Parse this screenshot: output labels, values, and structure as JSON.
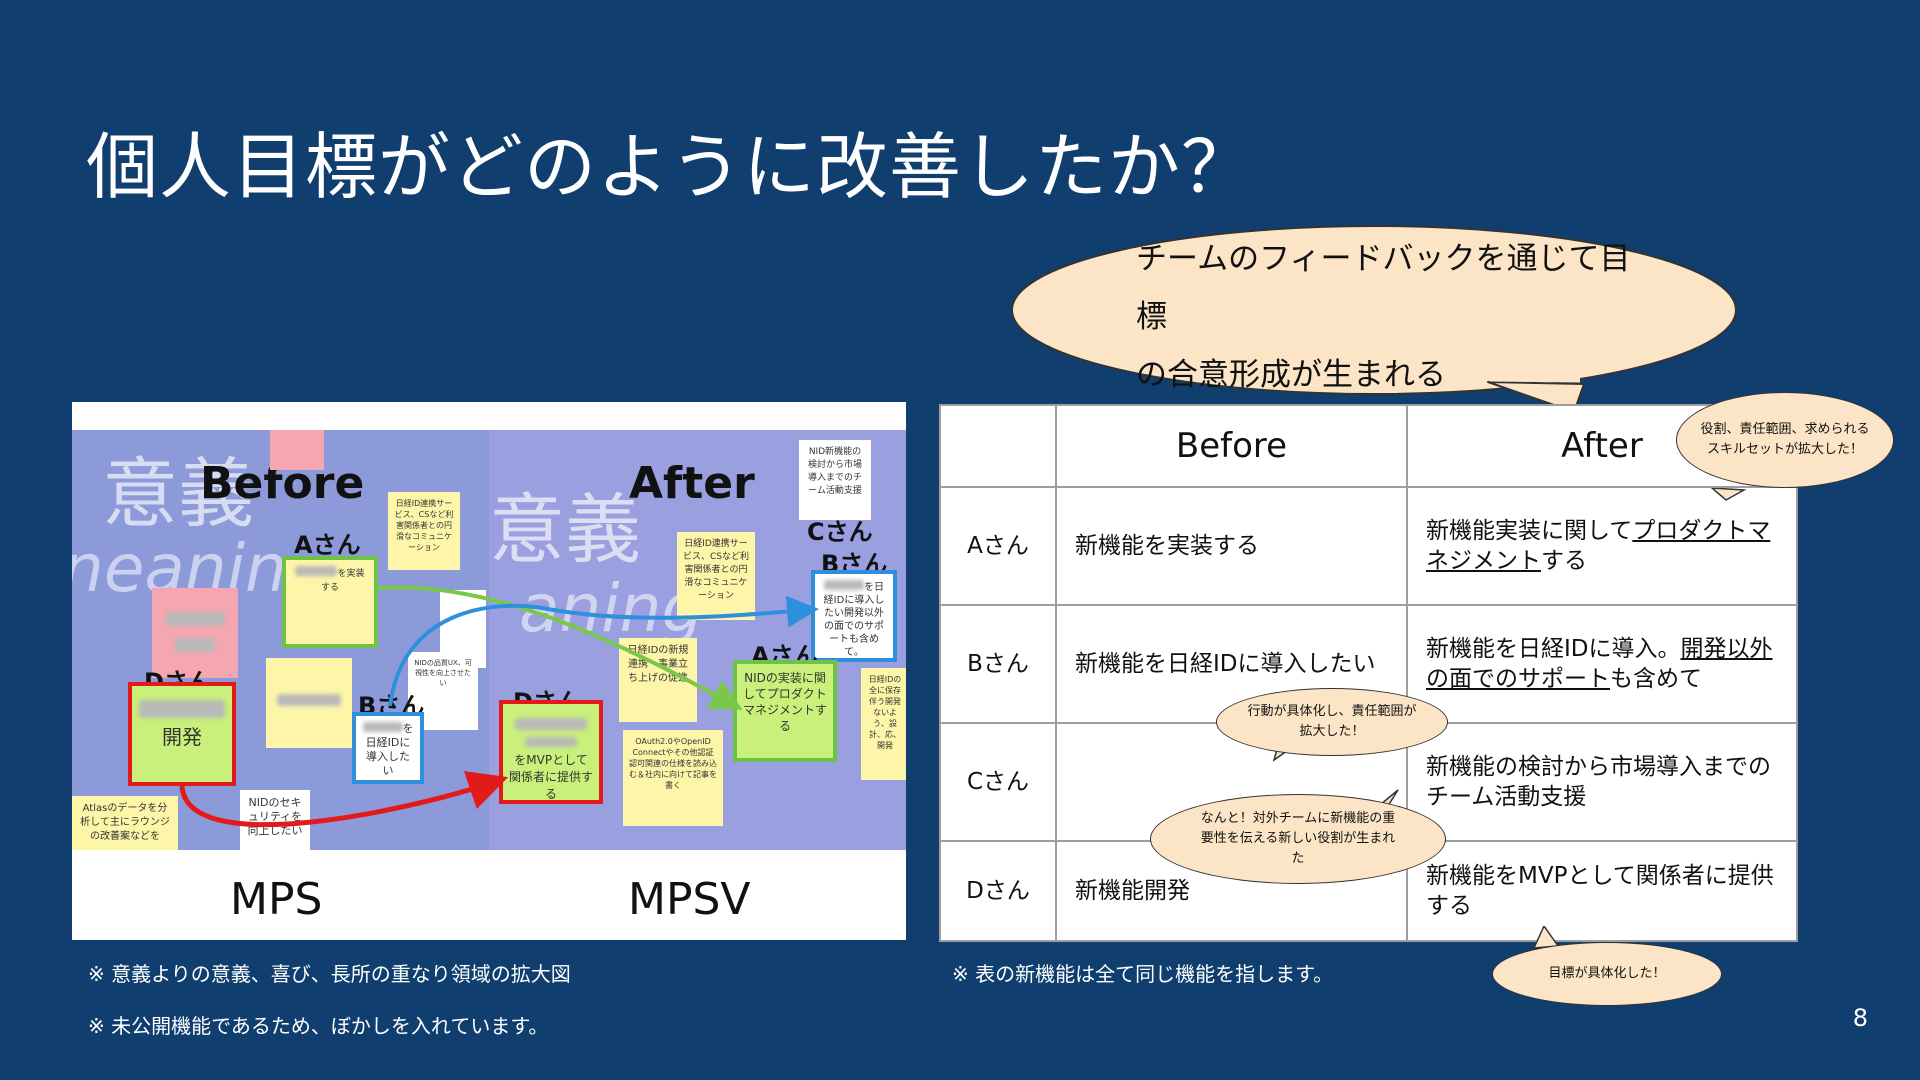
{
  "slide": {
    "title": "個人目標がどのように改善したか？",
    "page_number": "8"
  },
  "main_bubble": {
    "line1": "チームのフィードバックを通じて目標",
    "line2": "の合意形成が生まれる"
  },
  "image_panel": {
    "left_board": {
      "heading": "Before",
      "bg_word": "意義",
      "bg_word2": "neanin",
      "persons": {
        "a": "Aさん",
        "b": "Bさん",
        "d": "Dさん"
      },
      "notes": {
        "a_note": "を実装する",
        "b_note": "を日経IDに導入したい",
        "d_note": "開発",
        "top_note": "日経ID連携サービス、CSなど利害関係者との円滑なコミュニケーション",
        "bottom_note": "Atlasのデータを分析して主にラウンジの改善案などを",
        "nid_note": "NIDのセキュリティを向上したい"
      },
      "label": "MPS"
    },
    "right_board": {
      "heading": "After",
      "bg_word": "意義",
      "bg_word2": "aning",
      "persons": {
        "a": "Aさん",
        "b": "Bさん",
        "c": "Cさん",
        "d": "Dさん"
      },
      "notes": {
        "c_note": "NID新機能の検討から市場導入までのチーム活動支援",
        "b_note": "を日経IDに導入したい開発以外の面でのサポートも含めて。",
        "a_note": "NIDの実装に関してプロダクトマネジメントする",
        "d_note": "をMVPとして関係者に提供する",
        "mid_note": "日経ID連携サービス、CSなど利害関係者との円滑なコミュニケーション",
        "new_note": "日経IDの新規連携・事業立ち上げの促進",
        "oauth_note": "OAuth2.0やOpenID Connectやその他認証認可関連の仕様を読み込む＆社内に向けて記事を書く",
        "edge_note": "日経IDの全に保存伴う開発ないよう、設計、応、開発"
      },
      "label": "MPSV"
    }
  },
  "table": {
    "headers": [
      "",
      "Before",
      "After"
    ],
    "rows": [
      {
        "name": "Aさん",
        "before": "新機能を実装する",
        "after_pre": "新機能実装に関して",
        "after_ul": "プロダクトマネジメント",
        "after_post": "する"
      },
      {
        "name": "Bさん",
        "before": "新機能を日経IDに導入したい",
        "after_pre": "新機能を日経IDに導入。",
        "after_ul": "開発以外の面でのサポート",
        "after_post": "も含めて"
      },
      {
        "name": "Cさん",
        "before": "",
        "after_pre": "新機能の検討から市場導入までのチーム活動支援",
        "after_ul": "",
        "after_post": ""
      },
      {
        "name": "Dさん",
        "before": "新機能開発",
        "after_pre": "新機能をMVPとして関係者に提供する",
        "after_ul": "",
        "after_post": ""
      }
    ]
  },
  "callouts": {
    "skillset": "役割、責任範囲、求められるスキルセットが拡大した！",
    "concrete_b": "行動が具体化し、責任範囲が拡大した！",
    "new_role": "なんと！対外チームに新機能の重要性を伝える新しい役割が生まれた",
    "goal_concrete": "目標が具体化した！"
  },
  "notes": {
    "left1": "※ 意義よりの意義、喜び、長所の重なり領域の拡大図",
    "left2": "※ 未公開機能であるため、ぼかしを入れています。",
    "right1": "※ 表の新機能は全て同じ機能を指します。"
  },
  "colors": {
    "background": "#0f3e6f",
    "bubble_fill": "#fbe5c6",
    "sticky_yellow": "#fdf6a8",
    "sticky_green": "#c8f07a",
    "border_red": "#e21a1a",
    "border_green": "#6ec246",
    "border_blue": "#2e8fdc"
  }
}
